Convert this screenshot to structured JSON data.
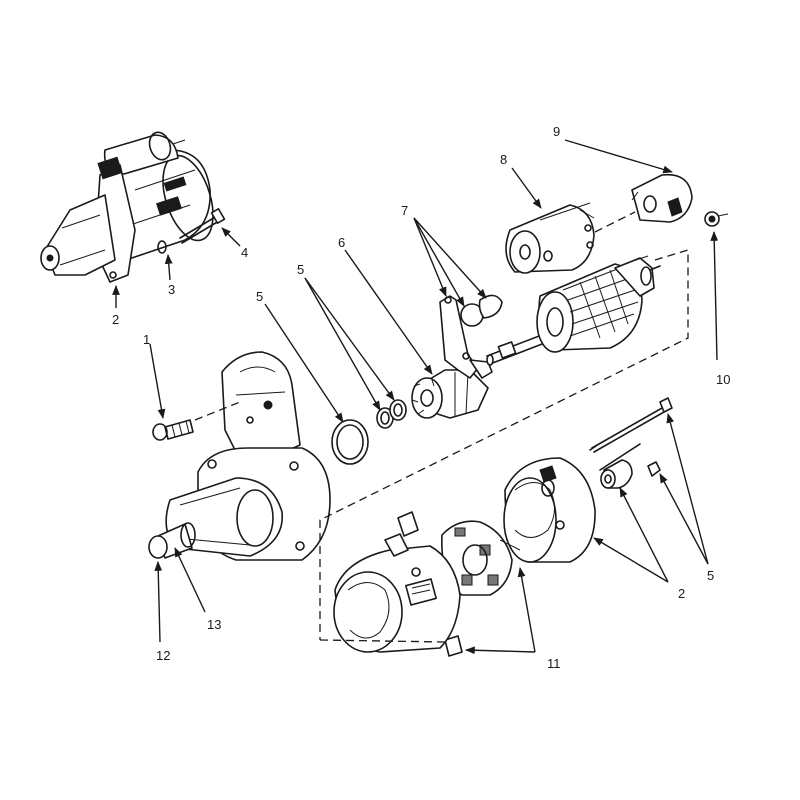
{
  "callouts": {
    "c1": "1",
    "c2a": "2",
    "c2b": "2",
    "c3": "3",
    "c4": "4",
    "c5a": "5",
    "c5b": "5",
    "c5c": "5",
    "c6": "6",
    "c7": "7",
    "c8": "8",
    "c9": "9",
    "c10": "10",
    "c11": "11",
    "c12": "12",
    "c13": "13"
  },
  "colors": {
    "line": "#1a1a1a",
    "background": "#ffffff"
  }
}
